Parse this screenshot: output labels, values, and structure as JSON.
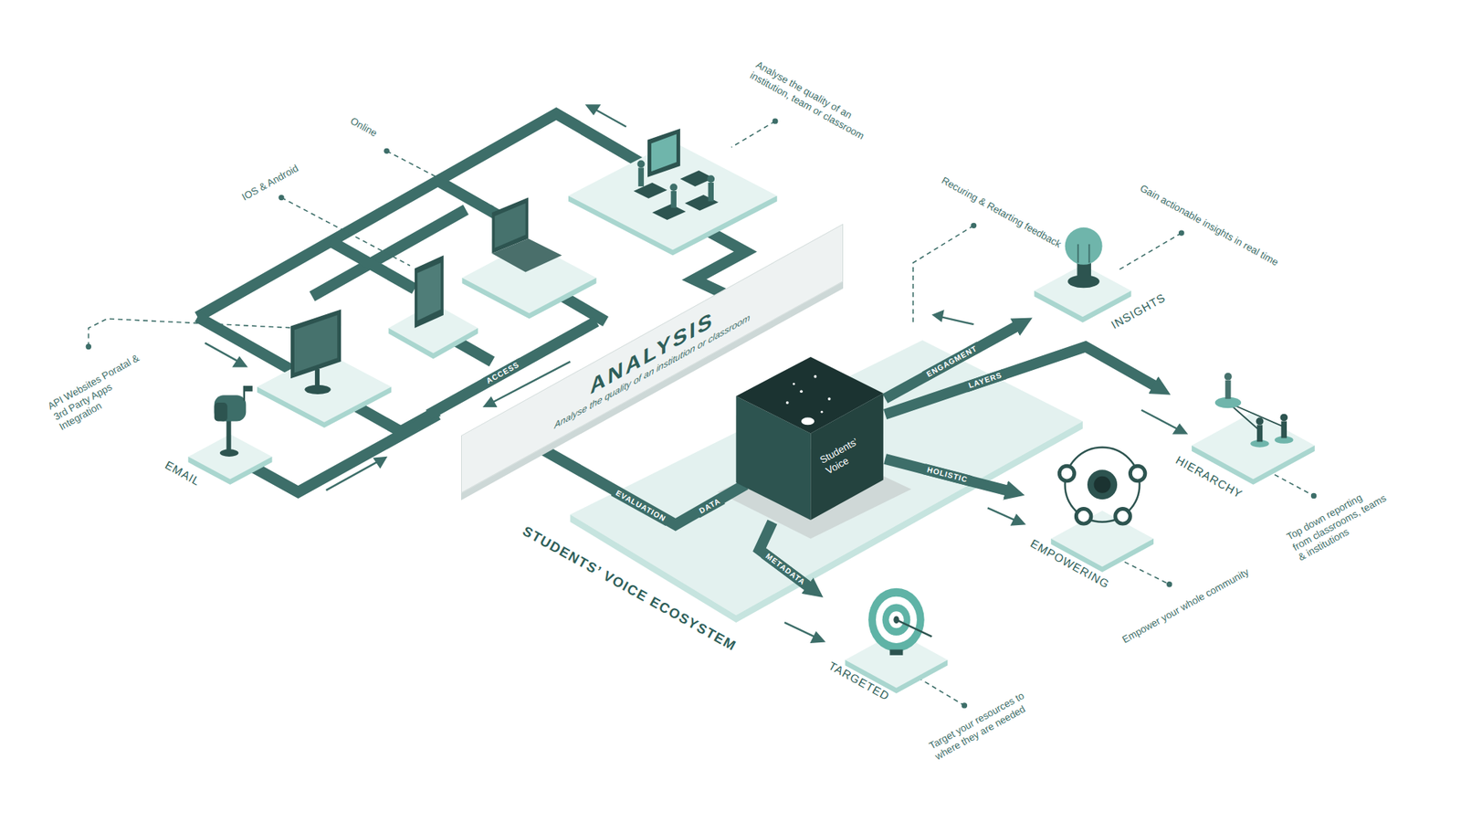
{
  "diagram": {
    "nodes": [
      {
        "text": [
          "ANALYSIS",
          "Analyse the quality of an institution or classroom"
        ]
      },
      {
        "text": [
          "STUDENTS’ VOICE ECOSYSTEM"
        ]
      },
      {
        "text": [
          "Students’ Voice"
        ],
        "in": 1
      },
      {
        "text": [
          "EMAIL"
        ]
      },
      {
        "text": [
          "INSIGHTS"
        ]
      },
      {
        "text": [
          "HIERARCHY"
        ]
      },
      {
        "text": [
          "EMPOWERING"
        ]
      },
      {
        "text": [
          "TARGETED"
        ]
      }
    ],
    "edges": [
      {
        "from": 2,
        "to": 4,
        "arrow": "to",
        "label": "ENGAGMENT"
      },
      {
        "from": 2,
        "to": 5,
        "arrow": "to",
        "label": "LAYERS"
      },
      {
        "from": 2,
        "to": 6,
        "arrow": "to",
        "label": "HOLISTIC"
      },
      {
        "from": 2,
        "to": 7,
        "arrow": "to",
        "label": "METADATA"
      }
    ],
    "labels": [
      "Online",
      "IOS & Android",
      "API Websites Poratal & 3rd Party Apps Integration",
      "ACCESS",
      "Analyse the quality of an institution, team or classroom",
      "Recuring & Retarting feedback",
      "Gain actionable insights in real time",
      "Top down reporting from classrooms, teams & institutions",
      "Empower your whole community",
      "Target your resources to where they are needed",
      "EVALUATION",
      "DATA"
    ]
  }
}
